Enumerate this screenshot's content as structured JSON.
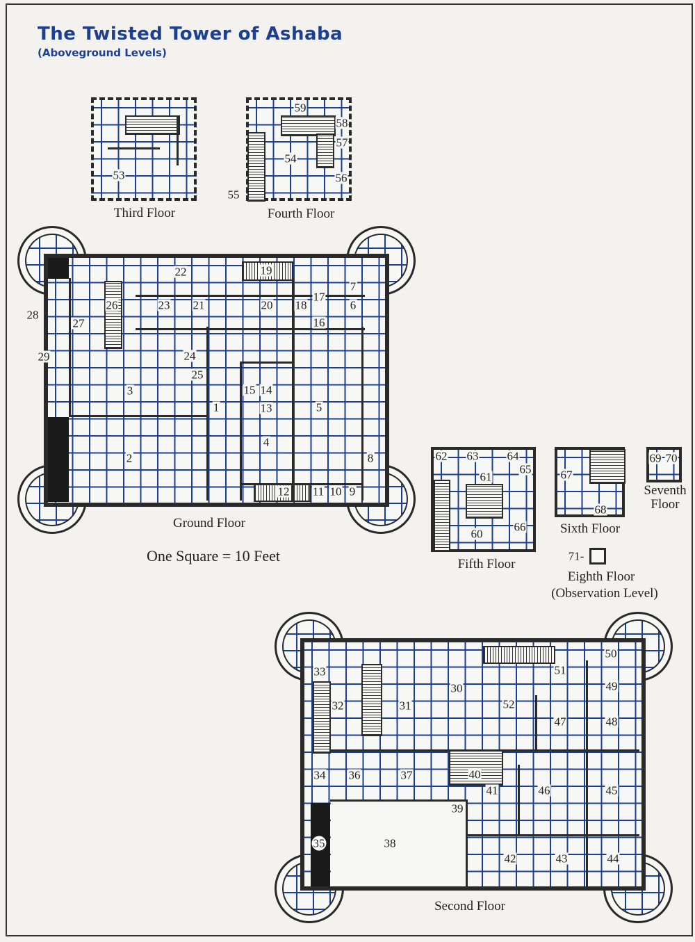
{
  "title": "The Twisted Tower of Ashaba",
  "subtitle": "(Aboveground Levels)",
  "scale": "One Square = 10 Feet",
  "floors": {
    "third": {
      "caption": "Third Floor",
      "rooms": [
        "53"
      ]
    },
    "fourth": {
      "caption": "Fourth Floor",
      "rooms": [
        "54",
        "55",
        "56",
        "57",
        "58",
        "59"
      ]
    },
    "ground": {
      "caption": "Ground Floor",
      "rooms": [
        "1",
        "2",
        "3",
        "4",
        "5",
        "6",
        "7",
        "8",
        "9",
        "10",
        "11",
        "12",
        "13",
        "14",
        "15",
        "16",
        "17",
        "18",
        "19",
        "20",
        "21",
        "22",
        "23",
        "24",
        "25",
        "26",
        "27",
        "28",
        "29"
      ]
    },
    "fifth": {
      "caption": "Fifth Floor",
      "rooms": [
        "60",
        "61",
        "62",
        "63",
        "64",
        "65",
        "66"
      ]
    },
    "sixth": {
      "caption": "Sixth Floor",
      "rooms": [
        "67",
        "68"
      ]
    },
    "seventh": {
      "caption": "Seventh Floor",
      "rooms": [
        "69",
        "70"
      ]
    },
    "eighth": {
      "caption": "Eighth Floor",
      "subcaption": "(Observation Level)",
      "rooms": [
        "71-"
      ]
    },
    "second": {
      "caption": "Second Floor",
      "rooms": [
        "30",
        "31",
        "32",
        "33",
        "34",
        "35",
        "36",
        "37",
        "38",
        "39",
        "40",
        "41",
        "42",
        "43",
        "44",
        "45",
        "46",
        "47",
        "48",
        "49",
        "50",
        "51",
        "52"
      ]
    }
  },
  "colors": {
    "title": "#1d3f8f",
    "grid": "#1c3f95",
    "walls": "#2a2a2a"
  }
}
